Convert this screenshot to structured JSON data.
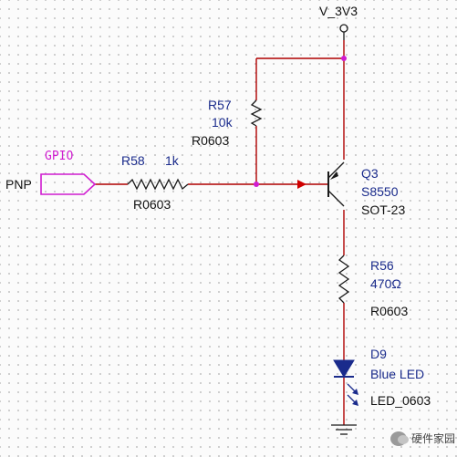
{
  "colors": {
    "wire": "#b00000",
    "component": "#1a1a1a",
    "net_port": "#d01cd0",
    "label_blue": "#1a2b8c",
    "led_fill": "#1a2b8c"
  },
  "power": {
    "net": "V_3V3"
  },
  "port": {
    "name": "PNP",
    "net_label": "GPIO"
  },
  "r58": {
    "ref": "R58",
    "value": "1k",
    "footprint": "R0603"
  },
  "r57": {
    "ref": "R57",
    "value": "10k",
    "footprint": "R0603"
  },
  "q3": {
    "ref": "Q3",
    "part": "S8550",
    "package": "SOT-23"
  },
  "r56": {
    "ref": "R56",
    "value": "470Ω",
    "footprint": "R0603"
  },
  "d9": {
    "ref": "D9",
    "value": "Blue LED",
    "footprint": "LED_0603"
  },
  "watermark": {
    "text": "硬件家园"
  }
}
